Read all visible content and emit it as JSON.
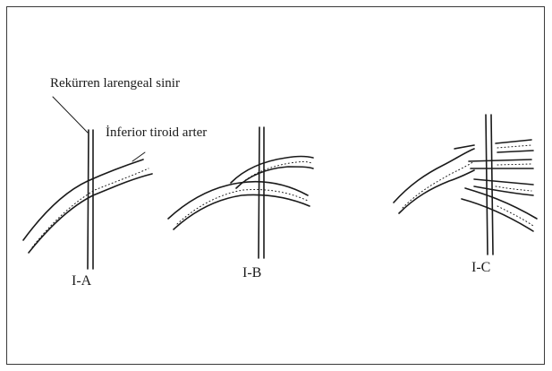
{
  "labels": {
    "nerve": "Rekürren larengeal sinir",
    "artery": "İnferior tiroid arter"
  },
  "variants": [
    {
      "id": "I-A",
      "label": "I-A"
    },
    {
      "id": "I-B",
      "label": "I-B"
    },
    {
      "id": "I-C",
      "label": "I-C"
    }
  ],
  "colors": {
    "ink": "#1a1a1a",
    "frame": "#3a3a3a"
  }
}
